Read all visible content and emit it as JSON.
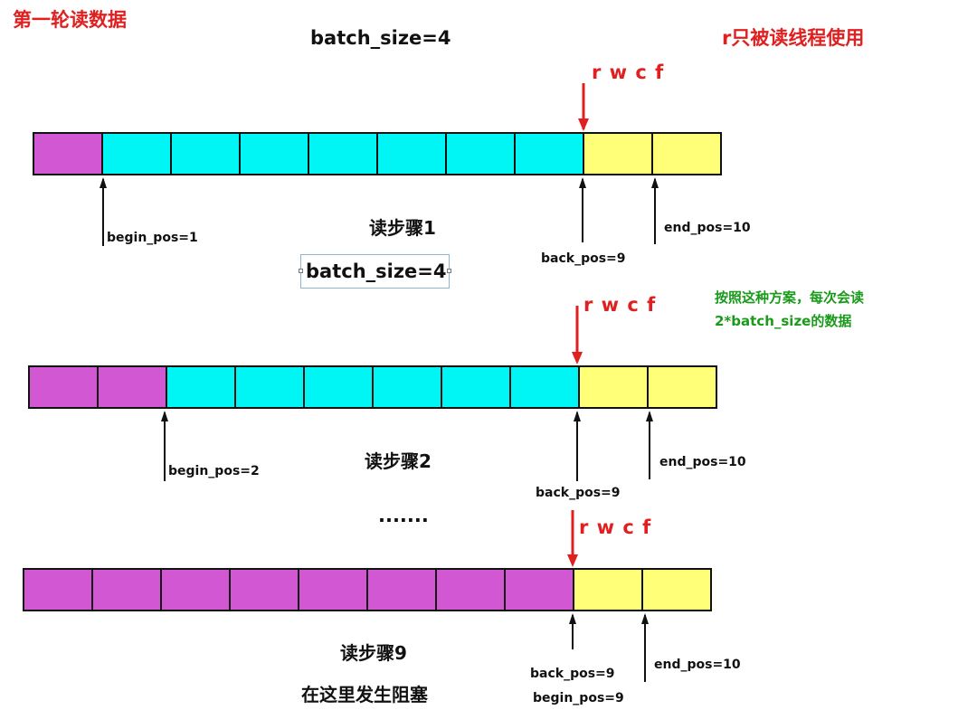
{
  "title": "第一轮读数据",
  "batch_label_top": "batch_size=4",
  "r_note": "r只被读线程使用",
  "pointer_label": "r w c f",
  "plan_note": {
    "line1": "按照这种方案，每次会读",
    "line2": "2*batch_size的数据"
  },
  "ellipsis": ".......",
  "blocked_note": "在这里发生阻塞",
  "colors": {
    "purple": "#d257d2",
    "cyan": "#00f5f5",
    "yellow": "#ffff78",
    "red": "#e02020",
    "green": "#1a9a1a"
  },
  "rows": [
    {
      "step_label": "读步骤1",
      "batch_label": "batch_size=4",
      "cells": [
        "purple",
        "cyan",
        "cyan",
        "cyan",
        "cyan",
        "cyan",
        "cyan",
        "cyan",
        "yellow",
        "yellow"
      ],
      "begin_label": "begin_pos=1",
      "back_label": "back_pos=9",
      "end_label": "end_pos=10",
      "pointer_label": "r w c f"
    },
    {
      "step_label": "读步骤2",
      "cells": [
        "purple",
        "purple",
        "cyan",
        "cyan",
        "cyan",
        "cyan",
        "cyan",
        "cyan",
        "yellow",
        "yellow"
      ],
      "begin_label": "begin_pos=2",
      "back_label": "back_pos=9",
      "end_label": "end_pos=10",
      "pointer_label": "r w c f"
    },
    {
      "step_label": "读步骤9",
      "cells": [
        "purple",
        "purple",
        "purple",
        "purple",
        "purple",
        "purple",
        "purple",
        "purple",
        "yellow",
        "yellow"
      ],
      "begin_label": "begin_pos=9",
      "back_label": "back_pos=9",
      "end_label": "end_pos=10",
      "pointer_label": "r w c f"
    }
  ]
}
